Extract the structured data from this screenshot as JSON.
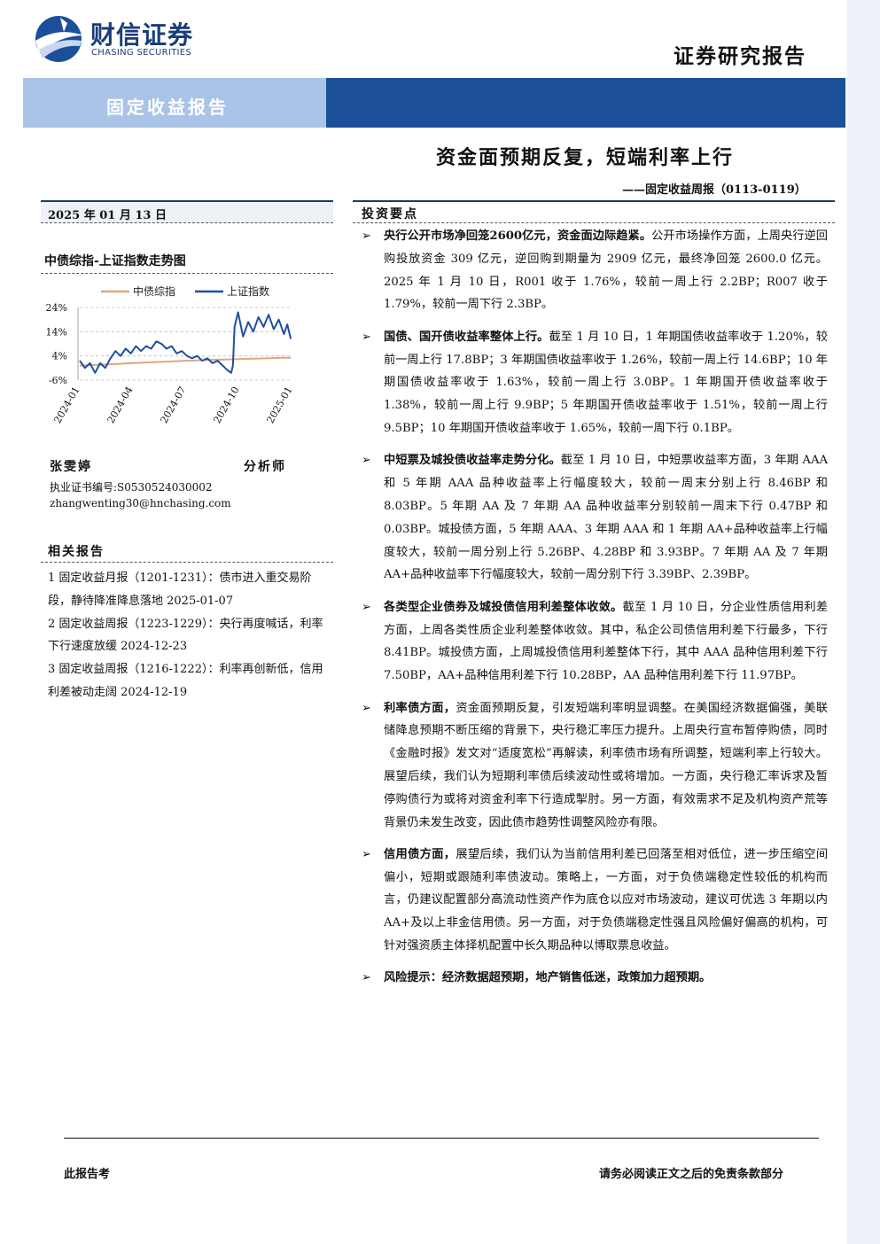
{
  "header": {
    "logo_cn": "财信证券",
    "logo_en": "CHASING SECURITIES",
    "report_type": "证券研究报告",
    "banner": "固定收益报告"
  },
  "title": {
    "main": "资金面预期反复，短端利率上行",
    "sub": "——固定收益周报（0113-0119）"
  },
  "sidebar": {
    "date": "2025 年 01 月 13 日",
    "chart_title": "中债综指-上证指数走势图",
    "analyst": {
      "name": "张雯婷",
      "title": "分析师",
      "cert": "执业证书编号:S0530524030002",
      "email": "zhangwenting30@hnchasing.com"
    },
    "related_head": "相关报告",
    "related": [
      "1  固定收益月报（1201-1231）：债市进入重交易阶段，静待降准降息落地 2025-01-07",
      "2  固定收益周报（1223-1229）：央行再度喊话，利率下行速度放缓 2024-12-23",
      "3  固定收益周报（1216-1222）：利率再创新低，信用利差被动走阔 2024-12-19"
    ]
  },
  "investment": {
    "head": "投资要点",
    "bullets": [
      {
        "head": "央行公开市场净回笼2600亿元，资金面边际趋紧。",
        "body": "公开市场操作方面，上周央行逆回购投放资金 309 亿元，逆回购到期量为 2909 亿元，最终净回笼 2600.0 亿元。2025 年 1 月 10 日，R001 收于 1.76%，较前一周上行 2.2BP；R007 收于 1.79%，较前一周下行 2.3BP。"
      },
      {
        "head": "国债、国开债收益率整体上行。",
        "body": "截至 1 月 10 日，1 年期国债收益率收于 1.20%，较前一周上行 17.8BP；3 年期国债收益率收于 1.26%，较前一周上行 14.6BP；10 年期国债收益率收于 1.63%，较前一周上行 3.0BP。1 年期国开债收益率收于 1.38%，较前一周上行 9.9BP；5 年期国开债收益率收于 1.51%，较前一周上行 9.5BP；10 年期国开债收益率收于 1.65%，较前一周下行 0.1BP。"
      },
      {
        "head": "中短票及城投债收益率走势分化。",
        "body": "截至 1 月 10 日，中短票收益率方面，3 年期 AAA 和 5 年期 AAA 品种收益率上行幅度较大，较前一周末分别上行 8.46BP 和 8.03BP。5 年期 AA 及 7 年期 AA 品种收益率分别较前一周末下行 0.47BP 和 0.03BP。城投债方面，5 年期 AAA、3 年期 AAA 和 1 年期 AA+品种收益率上行幅度较大，较前一周分别上行 5.26BP、4.28BP 和 3.93BP。7 年期 AA 及 7 年期 AA+品种收益率下行幅度较大，较前一周分别下行 3.39BP、2.39BP。"
      },
      {
        "head": "各类型企业债券及城投债信用利差整体收敛。",
        "body": "截至 1 月 10 日，分企业性质信用利差方面，上周各类性质企业利差整体收敛。其中，私企公司债信用利差下行最多，下行 8.41BP。城投债方面，上周城投债信用利差整体下行，其中 AAA 品种信用利差下行 7.50BP，AA+品种信用利差下行 10.28BP，AA 品种信用利差下行 11.97BP。"
      },
      {
        "head": "利率债方面，",
        "body": "资金面预期反复，引发短端利率明显调整。在美国经济数据偏强，美联储降息预期不断压缩的背景下，央行稳汇率压力提升。上周央行宣布暂停购债，同时《金融时报》发文对“适度宽松”再解读，利率债市场有所调整，短端利率上行较大。展望后续，我们认为短期利率债后续波动性或将增加。一方面，央行稳汇率诉求及暂停购债行为或将对资金利率下行造成掣肘。另一方面，有效需求不足及机构资产荒等背景仍未发生改变，因此债市趋势性调整风险亦有限。"
      },
      {
        "head": "信用债方面，",
        "body": "展望后续，我们认为当前信用利差已回落至相对低位，进一步压缩空间偏小，短期或跟随利率债波动。策略上，一方面，对于负债端稳定性较低的机构而言，仍建议配置部分高流动性资产作为底仓以应对市场波动，建议可优选 3 年期以内 AA+及以上非金信用债。另一方面，对于负债端稳定性强且风险偏好偏高的机构，可针对强资质主体择机配置中长久期品种以博取票息收益。"
      },
      {
        "head": "风险提示：经济数据超预期，地产销售低迷，政策加力超预期。",
        "body": ""
      }
    ]
  },
  "footer": {
    "left": "此报告考",
    "right": "请务必阅读正文之后的免责条款部分"
  },
  "chart_data": {
    "type": "line",
    "title": "中债综指-上证指数走势图",
    "x_ticks": [
      "2024-01",
      "2024-04",
      "2024-07",
      "2024-10",
      "2025-01"
    ],
    "y_ticks": [
      "24%",
      "14%",
      "4%",
      "-6%"
    ],
    "ylim": [
      -6,
      24
    ],
    "xlim": [
      0,
      12.5
    ],
    "legend_position": "top",
    "grid": true,
    "series": [
      {
        "name": "中债综指",
        "color": "#e0a57e",
        "x": [
          0,
          1,
          2,
          3,
          4,
          5,
          6,
          7,
          8,
          9,
          10,
          11,
          12,
          12.4
        ],
        "y": [
          0.0,
          0.3,
          0.6,
          1.0,
          1.3,
          1.6,
          1.9,
          2.2,
          2.4,
          2.6,
          2.8,
          3.0,
          3.3,
          3.2
        ]
      },
      {
        "name": "上证指数",
        "color": "#1f4fa0",
        "x": [
          0,
          0.3,
          0.6,
          0.9,
          1.2,
          1.5,
          1.8,
          2.1,
          2.4,
          2.7,
          3.0,
          3.3,
          3.6,
          3.9,
          4.2,
          4.5,
          4.8,
          5.1,
          5.4,
          5.7,
          6.0,
          6.3,
          6.6,
          6.9,
          7.2,
          7.5,
          7.8,
          8.1,
          8.4,
          8.7,
          8.9,
          9.0,
          9.1,
          9.3,
          9.6,
          9.9,
          10.2,
          10.5,
          10.8,
          11.1,
          11.4,
          11.7,
          12.0,
          12.2,
          12.4
        ],
        "y": [
          2,
          -1,
          1,
          -3,
          1,
          -1,
          3,
          6,
          4,
          7,
          5,
          8,
          6,
          8,
          7,
          10,
          9,
          7,
          8,
          5,
          6,
          4,
          3,
          4,
          2,
          3,
          1,
          2,
          0,
          -2,
          -3,
          0,
          16,
          22,
          12,
          18,
          14,
          20,
          16,
          21,
          15,
          19,
          13,
          17,
          11
        ]
      }
    ]
  }
}
